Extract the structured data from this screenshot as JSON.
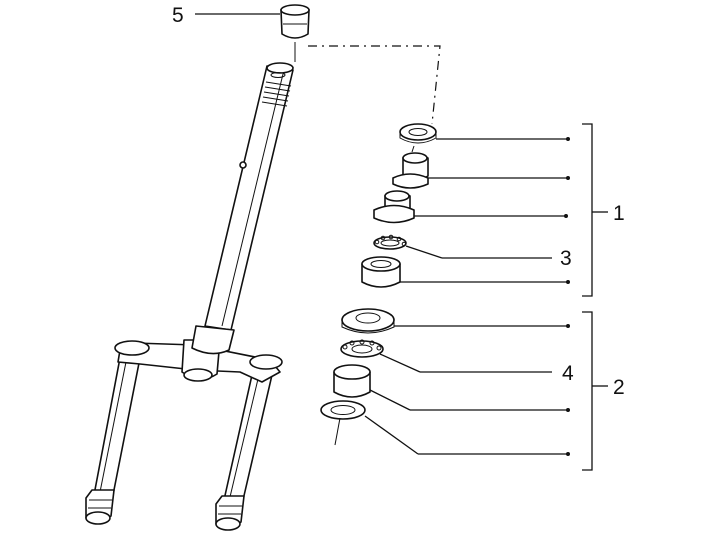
{
  "callouts": [
    {
      "id": "c1",
      "label": "1"
    },
    {
      "id": "c2",
      "label": "2"
    },
    {
      "id": "c3",
      "label": "3"
    },
    {
      "id": "c4",
      "label": "4"
    },
    {
      "id": "c5",
      "label": "5"
    }
  ],
  "colors": {
    "ink": "#111111",
    "paper": "#ffffff"
  }
}
